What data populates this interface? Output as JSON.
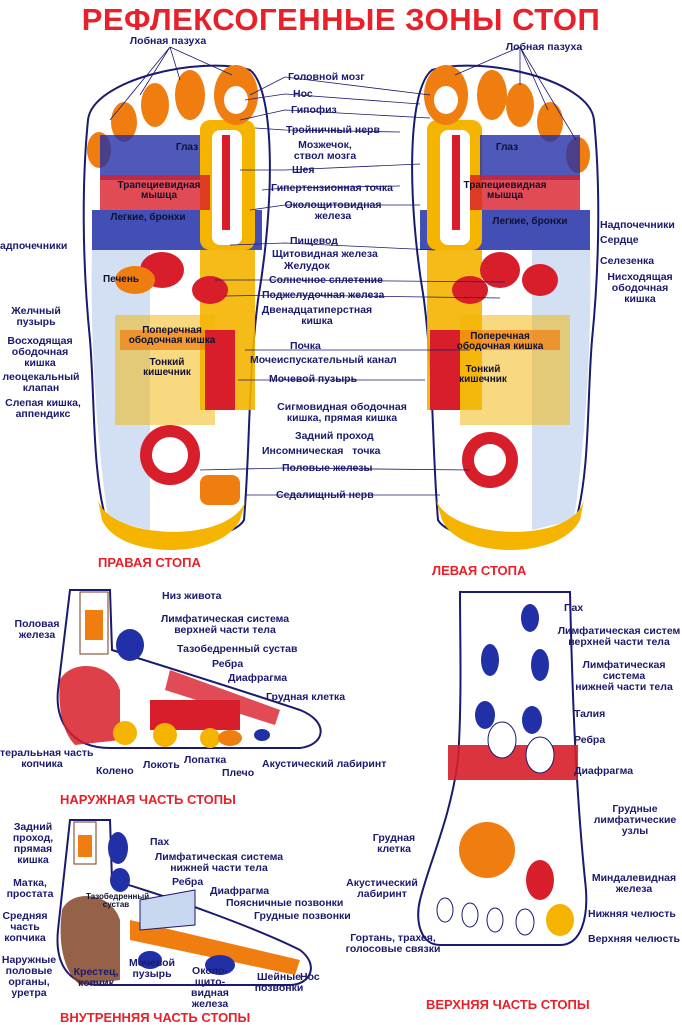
{
  "title": "РЕФЛЕКСОГЕННЫЕ ЗОНЫ СТОП",
  "captions": {
    "right_foot": "ПРАВАЯ СТОПА",
    "left_foot": "ЛЕВАЯ СТОПА",
    "outer": "НАРУЖНАЯ ЧАСТЬ СТОПЫ",
    "inner": "ВНУТРЕННЯЯ ЧАСТЬ СТОПЫ",
    "top": "ВЕРХНЯЯ ЧАСТЬ СТОПЫ"
  },
  "sole_labels": {
    "frontal_sinus": "Лобная пазуха",
    "brain": "Головной мозг",
    "nose": "Нос",
    "pituitary": "Гипофиз",
    "trigeminal": "Тройничный нерв",
    "cerebellum": "Мозжечок,\nствол мозга",
    "neck": "Шея",
    "hypertension": "Гипертензионная точка",
    "parathyroid": "Околощитовидная\nжелеза",
    "esophagus": "Пищевод",
    "thyroid": "Щитовидная железа",
    "stomach": "Желудок",
    "solar_plexus": "Солнечное сплетение",
    "pancreas": "Поджелудочная железа",
    "duodenum": "Двенадцатиперстная\nкишка",
    "kidney": "Почка",
    "urethra": "Мочеиспускательный канал",
    "bladder": "Мочевой пузырь",
    "sigmoid": "Сигмовидная ободочная\nкишка, прямая кишка",
    "anus": "Задний проход",
    "insomnia": "Инсомническая   точка",
    "gonads": "Половые железы",
    "sciatic": "Седалищный нерв",
    "adrenal_left": "адпочечники",
    "gallbladder": "Желчный\nпузырь",
    "ascending_colon": "Восходящая\nободочная\nкишка",
    "ileocecal": "леоцекальный\nклапан",
    "appendix": "Слепая кишка,\nаппендикс",
    "adrenal_right": "Надпочечники",
    "heart": "Сердце",
    "spleen": "Селезенка",
    "descending_colon": "Нисходящая\nободочная\nкишка"
  },
  "foot_text": {
    "eye": "Глаз",
    "trapezius": "Трапециевидная\nмышца",
    "lungs": "Легкие, бронхи",
    "liver": "Печень",
    "transverse_colon": "Поперечная\nободочная кишка",
    "small_intestine": "Тонкий\nкишечник",
    "hip_joint": "Тазобедренный\nсустав"
  },
  "outer_labels": {
    "gonad": "Половая\nжелеза",
    "lower_abdomen": "Низ живота",
    "lymph_upper": "Лимфатическая система\nверхней части тела",
    "hip": "Тазобедренный сустав",
    "ribs": "Ребра",
    "diaphragm": "Диафрагма",
    "chest": "Грудная клетка",
    "coccyx_side": "тералььная часть\nкопчика",
    "knee": "Колено",
    "elbow": "Локоть",
    "scapula": "Лопатка",
    "shoulder": "Плечо",
    "acoustic": "Акустический лабиринт"
  },
  "inner_labels": {
    "anus": "Задний\nпроход,\nпрямая\nкишка",
    "groin": "Пах",
    "lymph_lower": "Лимфатическая система\nнижней части тела",
    "uterus": "Матка,\nпростата",
    "ribs": "Ребра",
    "diaphragm": "Диафрагма",
    "lumbar": "Поясничные позвонки",
    "thoracic": "Грудные позвонки",
    "coccyx_mid": "Средняя\nчасть\nкопчика",
    "external_genitals": "Наружные\nполовые\nорганы,\nуретра",
    "sacrum": "Крестец,\nкопчик",
    "bladder": "Мочевой\nпузырь",
    "parathyroid": "Около-\nщито-\nвидная\nжелеза",
    "cervical": "Шейные\nпозвонки",
    "nose": "Нос"
  },
  "top_labels": {
    "groin": "Пах",
    "lymph_upper": "Лимфатическая систем\nверхней части тела",
    "lymph_lower": "Лимфатическая\nсистема\nнижней части тела",
    "waist": "Талия",
    "ribs": "Ребра",
    "diaphragm": "Диафрагма",
    "breast_lymph": "Грудные\nлимфатические\nузлы",
    "chest": "Грудная\nклетка",
    "tonsil": "Миндалевидная\nжелеза",
    "acoustic": "Акустический\nлабиринт",
    "lower_jaw": "Нижняя челюсть",
    "throat": "Гортань, трахея,\nголосовые связки",
    "upper_jaw": "Верхняя челюсть"
  },
  "colors": {
    "title": "#e8202a",
    "label": "#1a1a6e",
    "yellow": "#f4b400",
    "orange": "#f07d10",
    "red": "#d81e2a",
    "blue": "#2230a8",
    "light_blue": "#c8d8f0",
    "brown": "#7a3a1a"
  }
}
